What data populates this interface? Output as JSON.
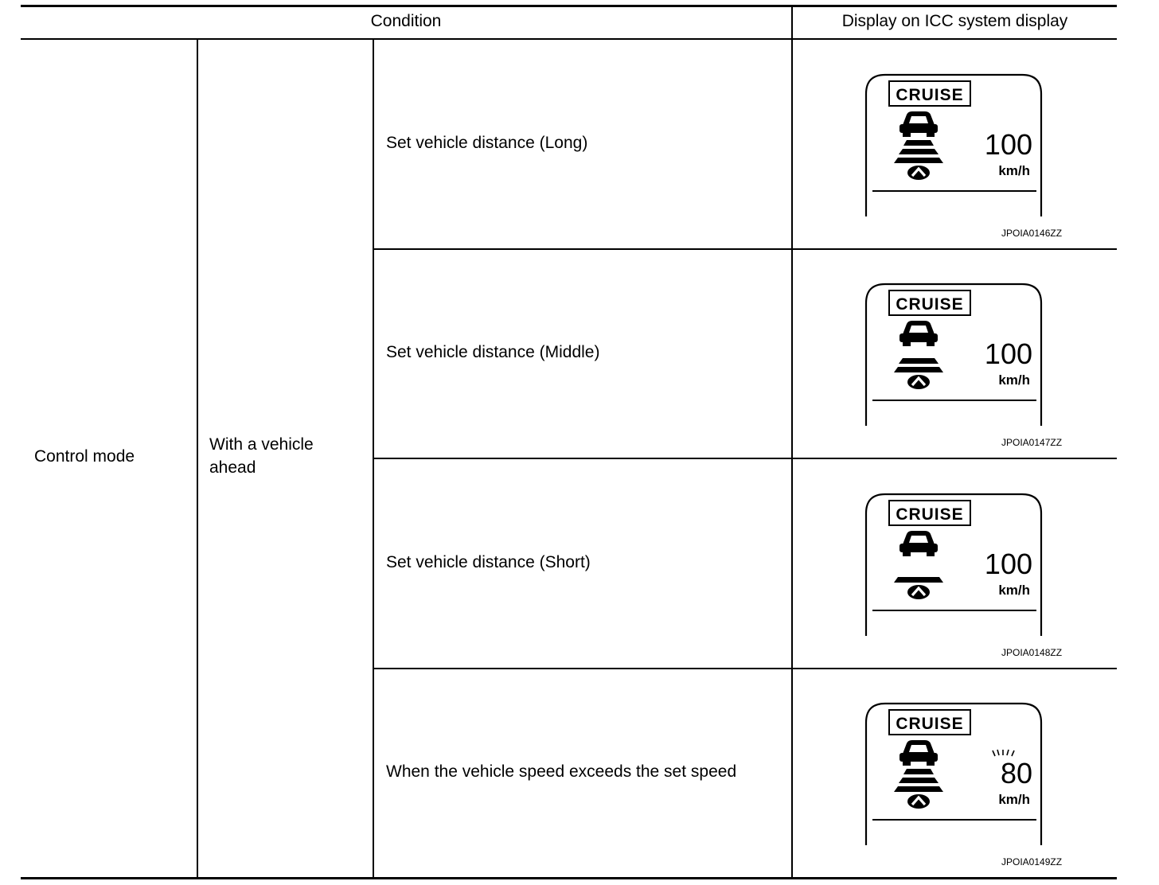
{
  "header": {
    "condition": "Condition",
    "display": "Display on ICC system display"
  },
  "mode": "Control mode",
  "situation": "With a vehicle ahead",
  "rows": [
    {
      "condition": "Set vehicle distance (Long)",
      "display": {
        "badge": "CRUISE",
        "distance_bars": 3,
        "speed": "100",
        "unit": "km/h",
        "blinking": false,
        "code": "JPOIA0146ZZ"
      }
    },
    {
      "condition": "Set vehicle distance (Middle)",
      "display": {
        "badge": "CRUISE",
        "distance_bars": 2,
        "speed": "100",
        "unit": "km/h",
        "blinking": false,
        "code": "JPOIA0147ZZ"
      }
    },
    {
      "condition": "Set vehicle distance (Short)",
      "display": {
        "badge": "CRUISE",
        "distance_bars": 1,
        "speed": "100",
        "unit": "km/h",
        "blinking": false,
        "code": "JPOIA0148ZZ"
      }
    },
    {
      "condition": "When the vehicle speed exceeds the set speed",
      "display": {
        "badge": "CRUISE",
        "distance_bars": 3,
        "speed": "80",
        "unit": "km/h",
        "blinking": true,
        "code": "JPOIA0149ZZ"
      }
    }
  ]
}
